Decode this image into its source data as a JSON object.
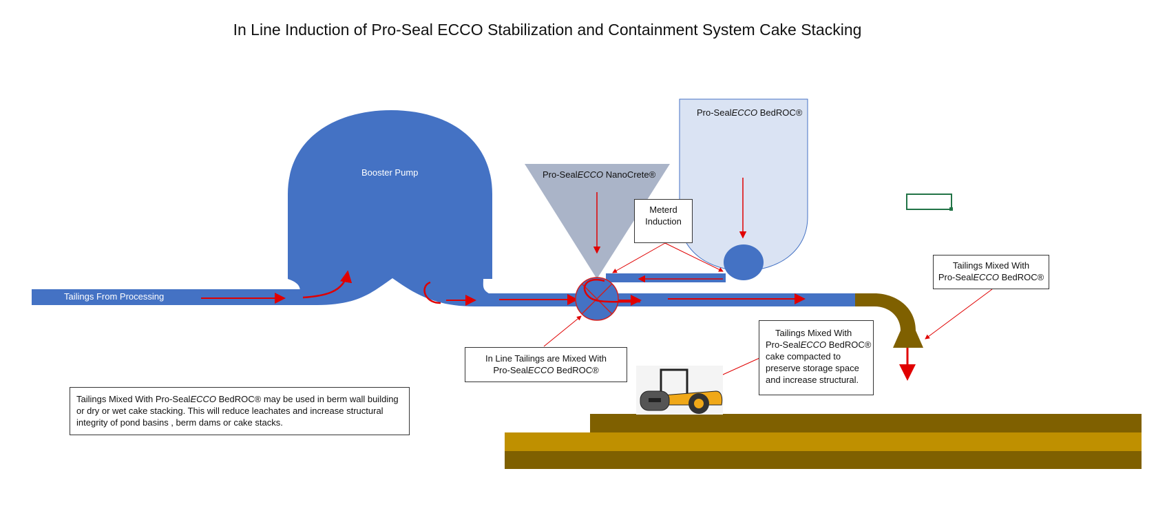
{
  "title": "In Line Induction of Pro-Seal ECCO Stabilization and Containment System Cake Stacking",
  "labels": {
    "tailings_from_processing": "Tailings From Processing",
    "booster_pump": "Booster Pump",
    "nanocrete": {
      "prefix": "Pro-Seal",
      "italic": "ECCO",
      "suffix": " NanoCrete®"
    },
    "bedroc_hopper": {
      "prefix": "Pro-Seal",
      "italic": "ECCO",
      "suffix": " BedROC®"
    }
  },
  "boxes": {
    "metered_induction": {
      "line1": "Meterd",
      "line2": "Induction"
    },
    "tailings_mixed_right": {
      "line1": "Tailings Mixed With",
      "prefix": "Pro-Seal",
      "italic": "ECCO",
      "suffix": " BedROC®"
    },
    "in_line_mixed": {
      "line1": "In Line Tailings are Mixed With",
      "prefix": "Pro-Seal",
      "italic": "ECCO",
      "suffix": " BedROC®"
    },
    "cake_compacted": {
      "line1": "Tailings Mixed With",
      "prefix": "Pro-Seal",
      "italic": "ECCO",
      "suffix": " BedROC®",
      "line3": "cake compacted to",
      "line4": "preserve  storage space",
      "line5": "and increase structural."
    },
    "berm_note": {
      "l1_prefix": "Tailings Mixed With Pro-Seal",
      "l1_italic": "ECCO",
      "l1_suffix": " BedROC® may be used in berm wall building",
      "line2": "or dry or wet cake stacking. This will reduce leachates and increase structural",
      "line3": "integrity of pond basins , berm dams or cake stacks."
    }
  },
  "colors": {
    "pipe_blue": "#4472c4",
    "hopper_grey": "#aab4c8",
    "hopper_light": "#dae3f3",
    "arrow_red": "#e00000",
    "soil_dark": "#7f6000",
    "soil_gold": "#bf9000",
    "selection_green": "#217346"
  },
  "icons": [
    "compactor-roller-icon",
    "excel-cell-selection"
  ]
}
